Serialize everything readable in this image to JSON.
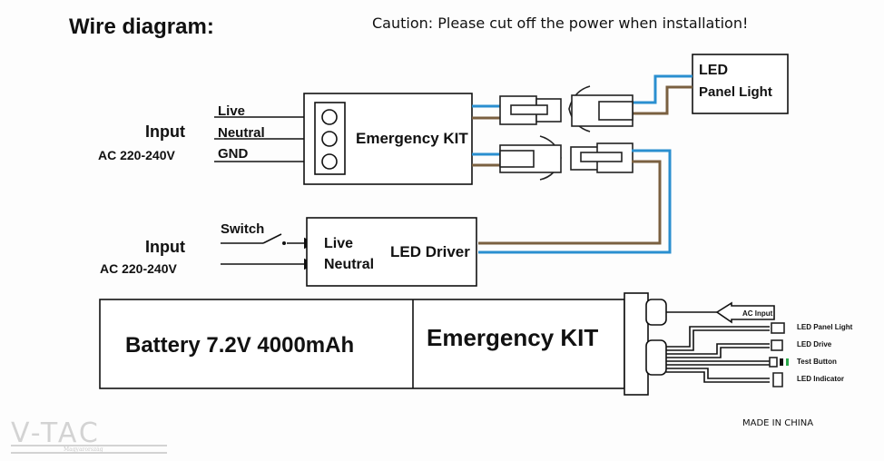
{
  "title": "Wire diagram:",
  "caution": "Caution: Please cut off the power when installation!",
  "top_section": {
    "input_label": "Input",
    "input_voltage": "AC 220-240V",
    "wires": [
      "Live",
      "Neutral",
      "GND"
    ],
    "emergency_kit_label": "Emergency KIT",
    "led_panel": {
      "line1": "LED",
      "line2": "Panel Light"
    }
  },
  "middle_section": {
    "switch_label": "Switch",
    "input_label": "Input",
    "input_voltage": "AC 220-240V",
    "wires": [
      "Live",
      "Neutral"
    ],
    "driver_label": "LED Driver"
  },
  "bottom_section": {
    "battery_label": "Battery 7.2V 4000mAh",
    "emergency_kit_label": "Emergency KIT",
    "ac_input": "AC Input",
    "outputs": [
      "LED Panel Light",
      "LED Drive",
      "Test Button",
      "LED Indicator"
    ]
  },
  "footer": {
    "made_in": "MADE IN CHINA"
  },
  "logo": {
    "brand": "V-TAC",
    "sub": "Magyarország"
  },
  "colors": {
    "live_wire": "#2a8fd0",
    "neutral_wire": "#7a6040",
    "test_button_green": "#2aa84a",
    "indicator_red": "#d03030"
  }
}
